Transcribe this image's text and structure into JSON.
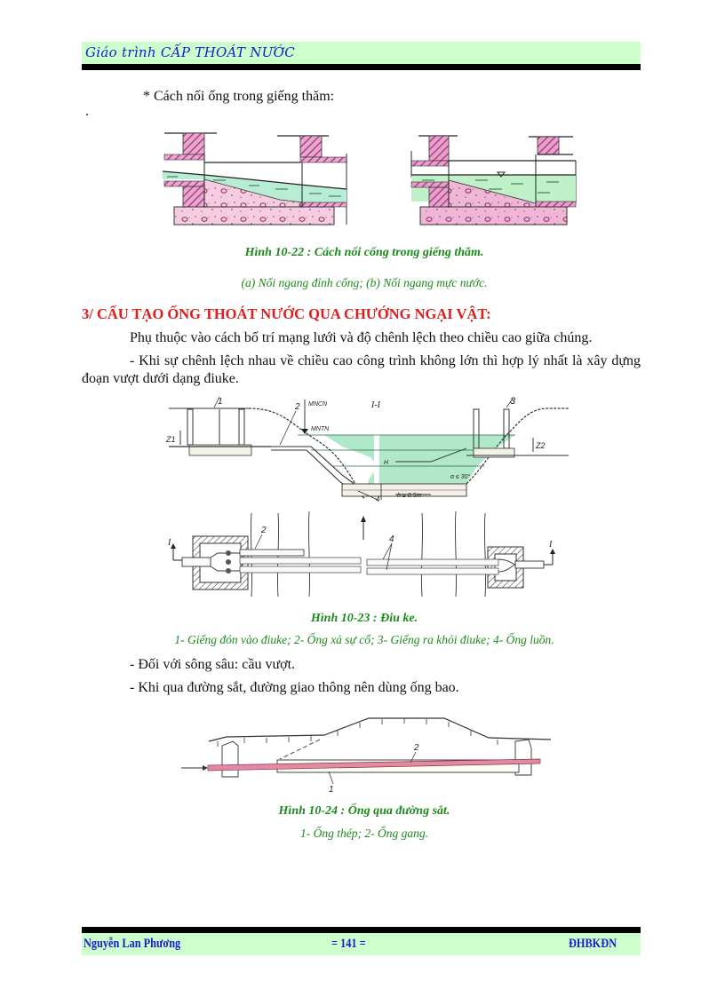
{
  "header": {
    "title": "Giáo trình  CẤP THOÁT NƯỚC",
    "band_color": "#ccffcc",
    "text_color": "#1a1acc"
  },
  "content": {
    "intro_bullet": "* Cách nối ống trong giếng thăm:",
    "stray_dot": ".",
    "figure_22": {
      "caption": "Hình 10-22 : Cách nối cống trong giếng thăm.",
      "subcaption": "(a) Nối ngang đỉnh cống;  (b) Nối ngang mực nước."
    },
    "section_heading": "3/ CẤU TẠO ỐNG THOÁT NƯỚC QUA CHƯỚNG NGẠI VẬT:",
    "paragraph_1": "Phụ thuộc vào cách bố trí mạng lưới và độ chênh lệch theo chiều cao giữa chúng.",
    "paragraph_2": "- Khi sự chênh lệch nhau về chiều cao công trình không lớn thì hợp lý nhất là xây dựng đoạn vượt dưới dạng điuke.",
    "figure_23": {
      "labels": {
        "n1": "1",
        "n2": "2",
        "n3": "3",
        "n4": "4",
        "mncn": "MNCN",
        "mntn": "MNTN",
        "section": "I-I",
        "z1": "Z1",
        "z2": "Z2",
        "h": "h ≥ 0.5m",
        "angle": "α ≤ 30°",
        "plan_i_left": "I",
        "plan_i_right": "I",
        "plan_2": "2",
        "plan_4": "4",
        "H": "H"
      },
      "caption": "Hình 10-23 : Điu ke.",
      "subcaption": "1- Giếng đón vào điuke; 2- Ống xả sự cố; 3- Giếng ra khỏi điuke; 4- Ống luồn."
    },
    "bullet_deep_river": "- Đối với sông sâu: cầu vượt.",
    "bullet_railway": "- Khi qua đường sắt, đường giao thông nên dùng ống bao.",
    "figure_24": {
      "labels": {
        "n1": "1",
        "n2": "2"
      },
      "caption": "Hình 10-24 : Ống qua đường sắt.",
      "subcaption": "1-   Ống thép; 2- Ống gang."
    },
    "colors": {
      "heading": "#e01b1b",
      "caption": "#1b8a1b",
      "water": "#b8ecd4",
      "soil_pink": "#f3c6dc",
      "hatch_magenta": "#b0307a",
      "steel_pipe": "#e48aa0"
    }
  },
  "footer": {
    "author": "Nguyễn Lan Phương",
    "page_number": "= 141 =",
    "institution": "ĐHBKĐN"
  }
}
